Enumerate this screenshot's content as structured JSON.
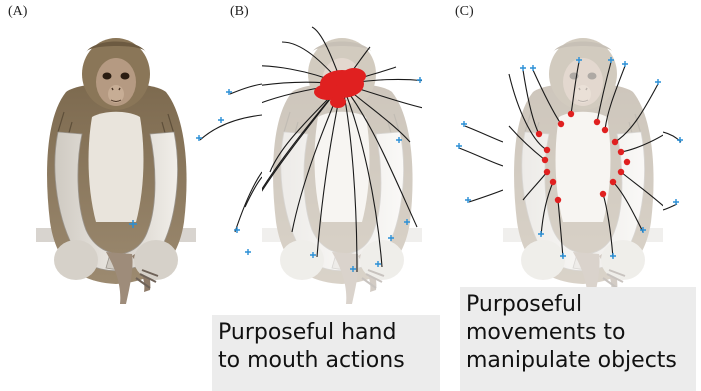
{
  "panels": {
    "a": {
      "label": "(A)"
    },
    "b": {
      "label": "(B)",
      "caption_line1": "Purposeful hand",
      "caption_line2": "to mouth actions"
    },
    "c": {
      "label": "(C)",
      "caption_line1": "Purposeful",
      "caption_line2": "movements to",
      "caption_line3": "manipulate objects"
    }
  },
  "colors": {
    "fur": "#8a7658",
    "fur_dark": "#5e4f3a",
    "chest": "#e9e4dc",
    "face": "#b59a82",
    "trajectory": "#1a1a1a",
    "start_marker": "#2a8fd6",
    "end_marker": "#e02020",
    "faded_overlay": "rgba(255,255,255,0.62)",
    "caption_bg": "#ececec"
  },
  "icons": {
    "start": "blue-plus-icon",
    "end": "red-dot-icon"
  }
}
